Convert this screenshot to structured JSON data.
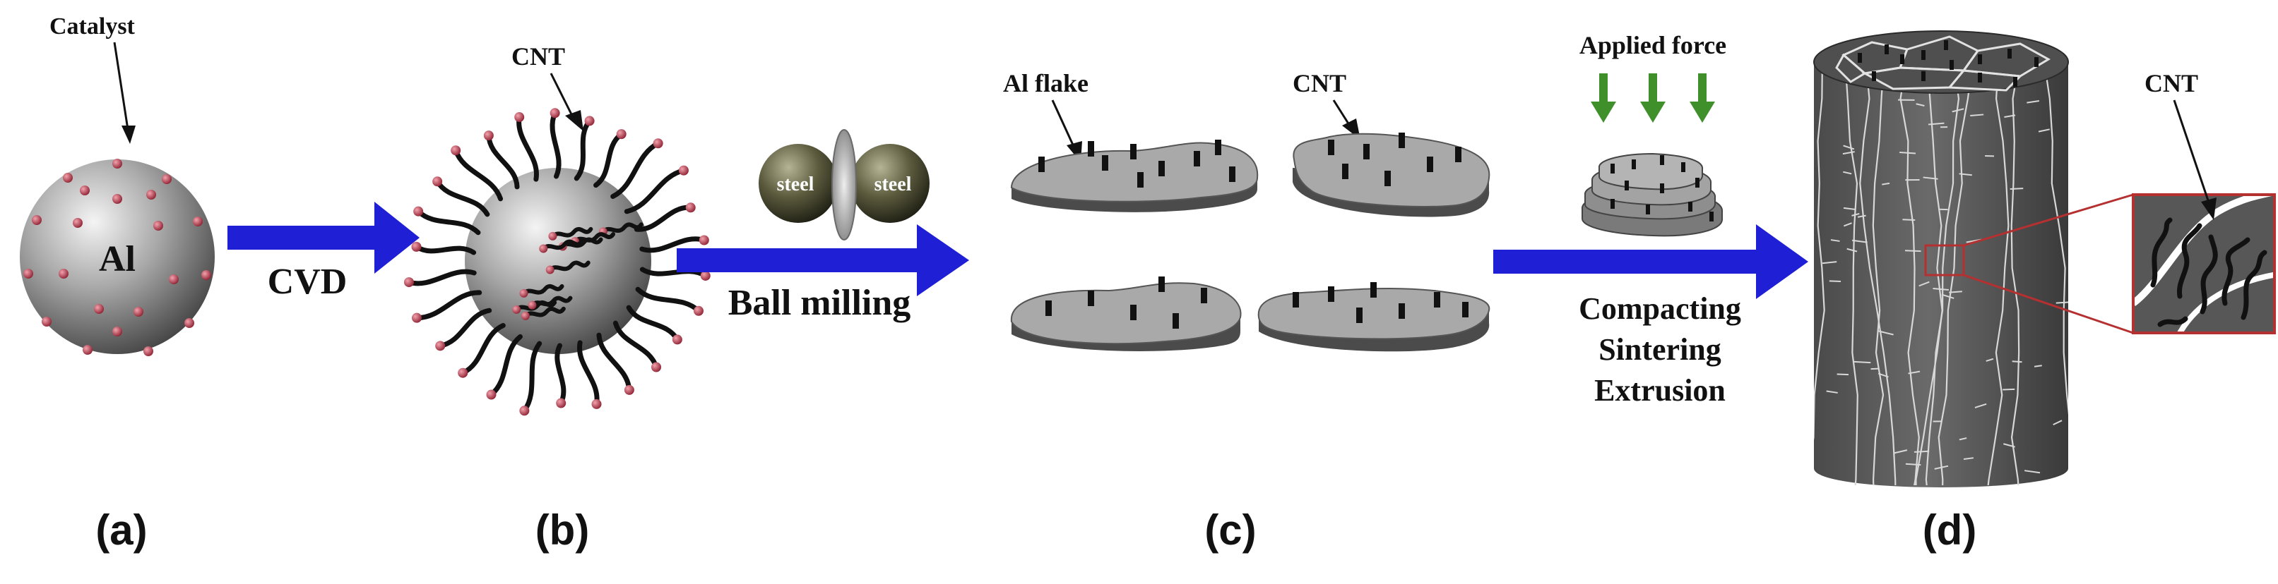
{
  "panels": {
    "a": {
      "label": "(a)",
      "catalyst_label": "Catalyst",
      "particle_label": "Al"
    },
    "b": {
      "label": "(b)",
      "cnt_label": "CNT"
    },
    "c": {
      "label": "(c)",
      "flake_label": "Al flake",
      "cnt_label": "CNT",
      "force_label": "Applied force"
    },
    "d": {
      "label": "(d)",
      "cnt_label": "CNT"
    }
  },
  "steps": {
    "cvd": "CVD",
    "ball_milling": "Ball milling",
    "steel_left": "steel",
    "steel_right": "steel",
    "consolidation": [
      "Compacting",
      "Sintering",
      "Extrusion"
    ]
  },
  "colors": {
    "arrow": "#1f1fd6",
    "force_arrow": "#3f8f2a",
    "catalyst_dot": "#b8384a",
    "zoom_box": "#b53030"
  }
}
